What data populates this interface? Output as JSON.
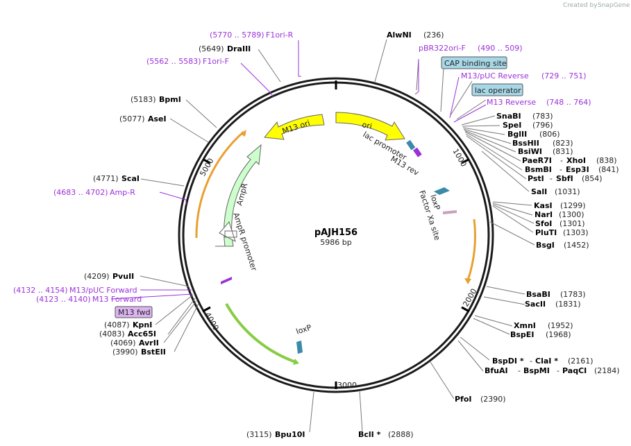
{
  "credit": {
    "created_by": "Created by",
    "brand": "SnapGene"
  },
  "plasmid": {
    "name": "pAJH156",
    "size": "5986 bp"
  },
  "ticks": [
    "1000",
    "2000",
    "3000",
    "4000",
    "5000"
  ],
  "features": {
    "ori": "ori",
    "m13ori": "M13 ori",
    "ampr": "AmpR",
    "ampr_promoter": "AmpR promoter",
    "lac_promoter": "lac promoter",
    "m13rev": "M13 rev",
    "loxp1": "loxP",
    "factor_xa": "Factor Xa site",
    "loxp2": "loxP"
  },
  "boxed": {
    "cap": "CAP binding site",
    "lacop": "lac operator",
    "m13fwd": "M13 fwd"
  },
  "primers": {
    "f1orir": {
      "range": "(5770 .. 5789)",
      "name": "F1ori-R"
    },
    "f1orif": {
      "range": "(5562 .. 5583)",
      "name": "F1ori-F"
    },
    "pbr": {
      "name": "pBR322ori-F",
      "range": "(490 .. 509)"
    },
    "m13pucrev": {
      "name": "M13/pUC Reverse",
      "range": "(729 .. 751)"
    },
    "m13rev": {
      "name": "M13 Reverse",
      "range": "(748 .. 764)"
    },
    "ampr": {
      "range": "(4683 .. 4702)",
      "name": "Amp-R"
    },
    "m13pucfwd": {
      "range": "(4132 .. 4154)",
      "name": "M13/pUC Forward"
    },
    "m13fwd": {
      "range": "(4123 .. 4140)",
      "name": "M13 Forward"
    }
  },
  "sites": {
    "alwni": {
      "name": "AlwNI",
      "pos": "(236)"
    },
    "draiii": {
      "pos": "(5649)",
      "name": "DraIII"
    },
    "bpmi": {
      "pos": "(5183)",
      "name": "BpmI"
    },
    "asei": {
      "pos": "(5077)",
      "name": "AseI"
    },
    "scai": {
      "pos": "(4771)",
      "name": "ScaI"
    },
    "pvuii": {
      "pos": "(4209)",
      "name": "PvuII"
    },
    "kpni": {
      "pos": "(4087)",
      "name": "KpnI"
    },
    "acc65i": {
      "pos": "(4083)",
      "name": "Acc65I"
    },
    "avrii": {
      "pos": "(4069)",
      "name": "AvrII"
    },
    "bsteii": {
      "pos": "(3990)",
      "name": "BstEII"
    },
    "bpu10i": {
      "pos": "(3115)",
      "name": "Bpu10I"
    },
    "bcli": {
      "name": "BclI *",
      "pos": "(2888)"
    },
    "pfoi": {
      "name": "PfoI",
      "pos": "(2390)"
    },
    "bfuai_row": {
      "a": "BfuAI",
      "dash1": "-",
      "b": "BspMI",
      "dash2": "-",
      "c": "PaqCI",
      "pos": "(2184)"
    },
    "bspdi_row": {
      "a": "BspDI *",
      "dash1": "-",
      "b": "ClaI *",
      "pos": "(2161)"
    },
    "bspei": {
      "name": "BspEI",
      "pos": "(1968)"
    },
    "xmni": {
      "name": "XmnI",
      "pos": "(1952)"
    },
    "sacii": {
      "name": "SacII",
      "pos": "(1831)"
    },
    "bsabi": {
      "name": "BsaBI",
      "pos": "(1783)"
    },
    "bsgi": {
      "name": "BsgI",
      "pos": "(1452)"
    },
    "pluti": {
      "name": "PluTI",
      "pos": "(1303)"
    },
    "sfoi": {
      "name": "SfoI",
      "pos": "(1301)"
    },
    "nari": {
      "name": "NarI",
      "pos": "(1300)"
    },
    "kasi": {
      "name": "KasI",
      "pos": "(1299)"
    },
    "sali": {
      "name": "SalI",
      "pos": "(1031)"
    },
    "psti_row": {
      "a": "PstI",
      "dash1": "-",
      "b": "SbfI",
      "pos": "(854)"
    },
    "bsmbi_row": {
      "a": "BsmBI",
      "dash1": "-",
      "b": "Esp3I",
      "pos": "(841)"
    },
    "paer7i_row": {
      "a": "PaeR7I",
      "dash1": "-",
      "b": "XhoI",
      "pos": "(838)"
    },
    "bsiwi": {
      "name": "BsiWI",
      "pos": "(831)"
    },
    "bsshii": {
      "name": "BssHII",
      "pos": "(823)"
    },
    "bglii": {
      "name": "BglII",
      "pos": "(806)"
    },
    "spei": {
      "name": "SpeI",
      "pos": "(796)"
    },
    "snabi": {
      "name": "SnaBI",
      "pos": "(783)"
    }
  },
  "colors": {
    "backbone": "#1a1a1a",
    "ori": "#ffff00",
    "ampr": "#ccffcc",
    "promoter": "#ffffff",
    "primer": "#9b30d9",
    "boxed_blue": "#a8d8e8",
    "boxed_purple": "#dcb4f0",
    "orange_arrow": "#e8a030",
    "green_arrow": "#88cc44"
  }
}
